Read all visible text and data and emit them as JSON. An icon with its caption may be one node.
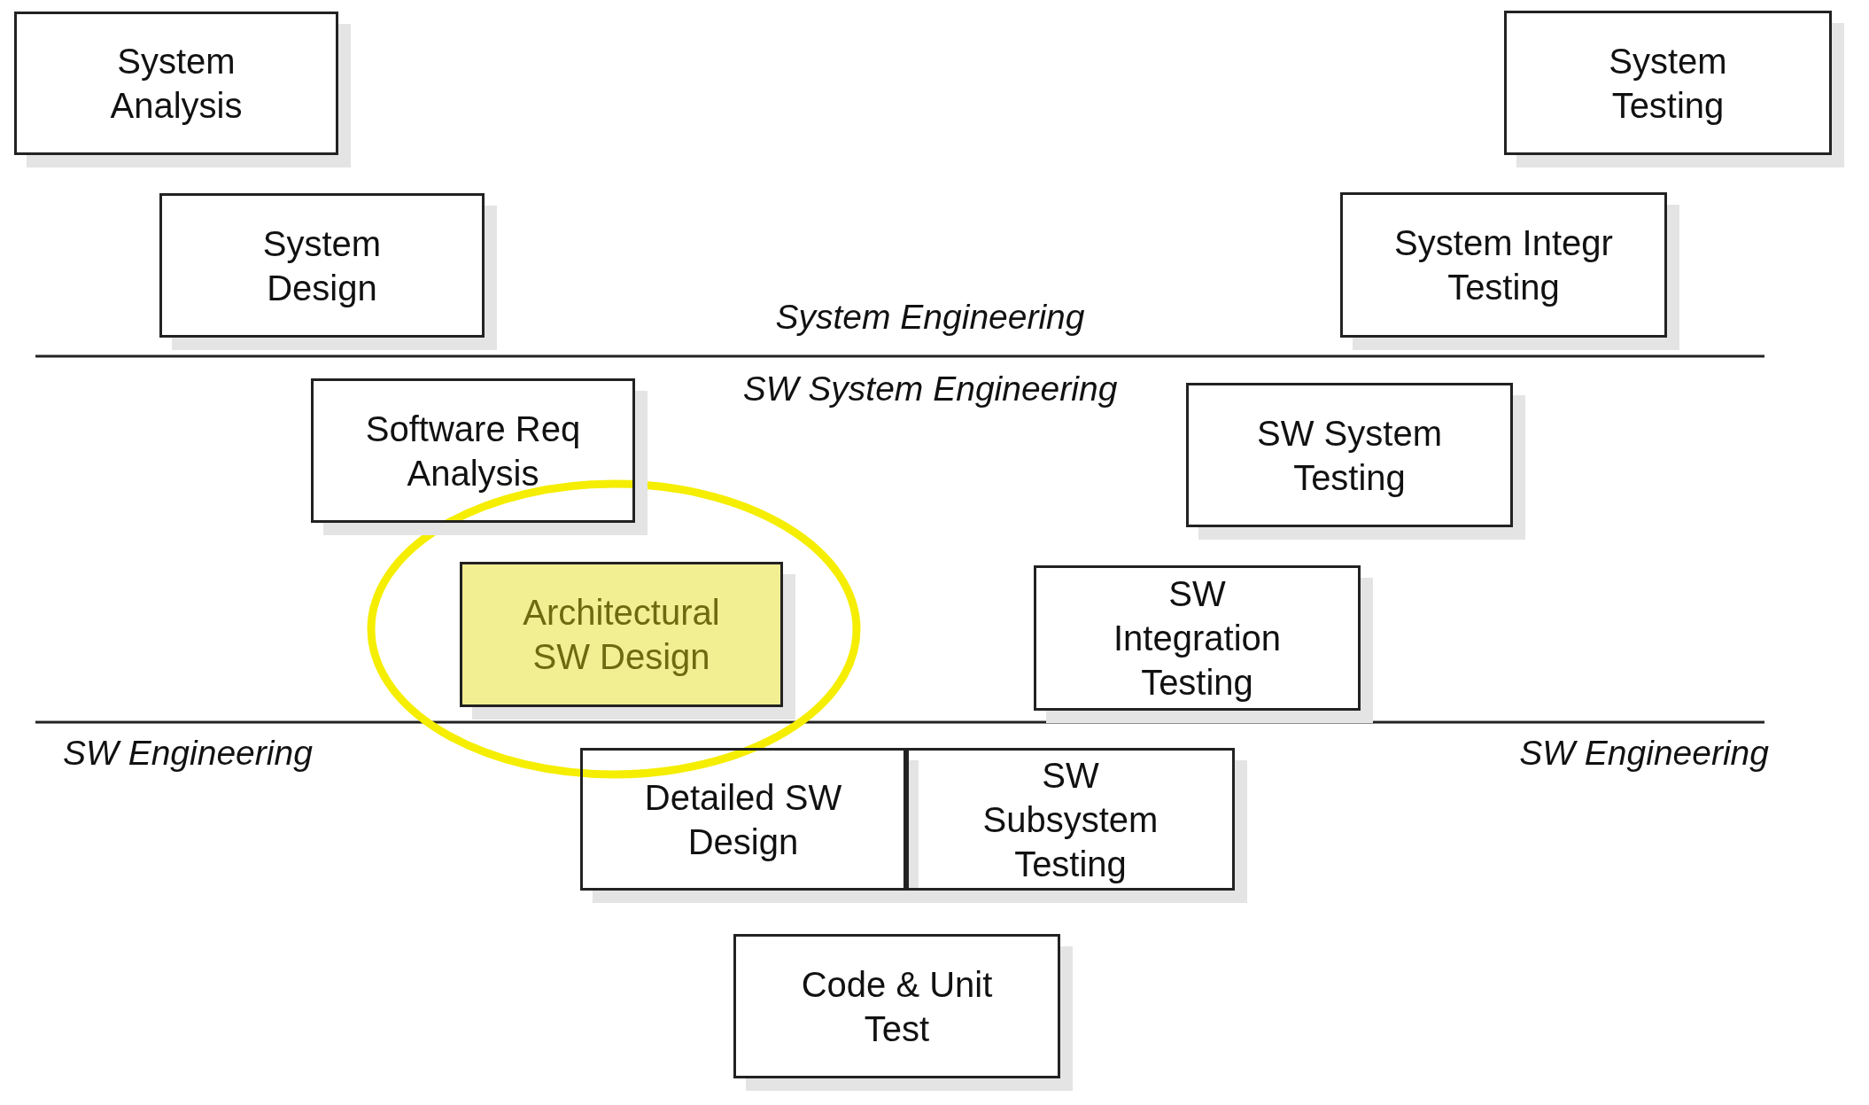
{
  "diagram": {
    "nodes": [
      {
        "text": [
          "System Analysis"
        ]
      },
      {
        "text": [
          "System Design"
        ]
      },
      {
        "text": [
          "Software Req Analysis"
        ]
      },
      {
        "text": [
          "Architectural SW Design"
        ]
      },
      {
        "text": [
          "Detailed SW Design"
        ]
      },
      {
        "text": [
          "Code & Unit Test"
        ]
      },
      {
        "text": [
          "SW Subsystem Testing"
        ]
      },
      {
        "text": [
          "SW Integration Testing"
        ]
      },
      {
        "text": [
          "SW System Testing"
        ]
      },
      {
        "text": [
          "System Integr Testing"
        ]
      },
      {
        "text": [
          "System Testing"
        ]
      }
    ],
    "edges": [],
    "labels": [
      "System Engineering",
      "SW System Engineering",
      "SW Engineering",
      "SW Engineering"
    ]
  }
}
